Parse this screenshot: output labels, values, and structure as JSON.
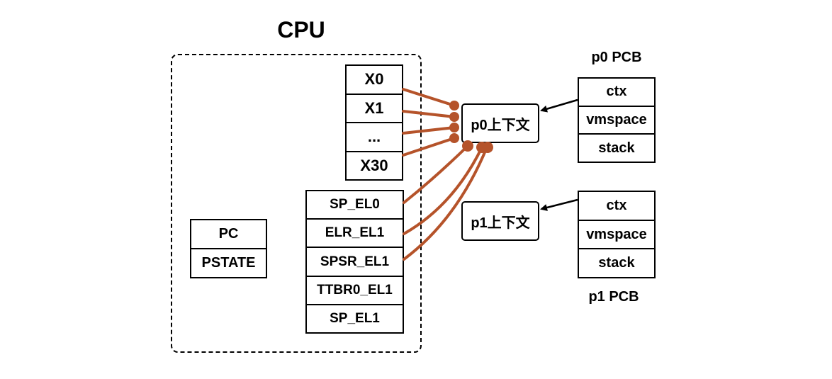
{
  "diagram": {
    "title": "CPU",
    "gp_registers": [
      "X0",
      "X1",
      "...",
      "X30"
    ],
    "sys_registers": [
      "SP_EL0",
      "ELR_EL1",
      "SPSR_EL1",
      "TTBR0_EL1",
      "SP_EL1"
    ],
    "pc_state": [
      "PC",
      "PSTATE"
    ],
    "contexts": {
      "p0": "p0上下文",
      "p1": "p1上下文"
    },
    "pcbs": {
      "p0": {
        "label": "p0 PCB",
        "fields": [
          "ctx",
          "vmspace",
          "stack"
        ]
      },
      "p1": {
        "label": "p1 PCB",
        "fields": [
          "ctx",
          "vmspace",
          "stack"
        ]
      }
    },
    "colors": {
      "connector": "#b5532a",
      "box_border": "#000000"
    }
  }
}
